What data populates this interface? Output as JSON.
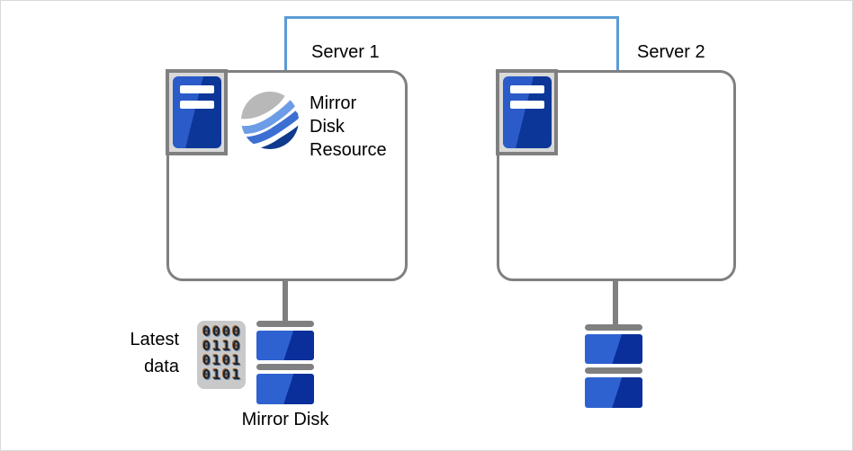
{
  "colors": {
    "connector_blue": "#5B9BD5",
    "outline_gray": "#808080",
    "badge_bg": "#d9d9d9",
    "tower_light": "#2b5bc8",
    "tower_dark": "#0d3699",
    "disk_light": "#2f62d1",
    "disk_dark": "#0a2f9b",
    "wave_gray": "#b8b8b8",
    "wave_light_blue": "#6d9ce6",
    "wave_mid_blue": "#3d6fd3",
    "wave_navy": "#0f3a8d",
    "binary_bg": "#c9c9c9",
    "binary_digit": "#1d2631",
    "binary_shadow_warm": "#a2622c",
    "binary_shadow_cool": "#5f81a8"
  },
  "icons": {
    "server_badge": "server-tower-icon",
    "mirror_disk_resource": "wave-sphere-icon",
    "disk": "disk-stack-icon"
  },
  "servers": [
    {
      "label": "Server 1"
    },
    {
      "label": "Server 2"
    }
  ],
  "mirror_disk_resource": {
    "lines": [
      "Mirror",
      "Disk",
      "Resource"
    ]
  },
  "mirror_disk": {
    "label": "Mirror Disk"
  },
  "latest_data": {
    "lines": [
      "Latest",
      "data"
    ]
  },
  "binary_block": {
    "rows": [
      "0000",
      "0110",
      "0101",
      "0101"
    ]
  }
}
